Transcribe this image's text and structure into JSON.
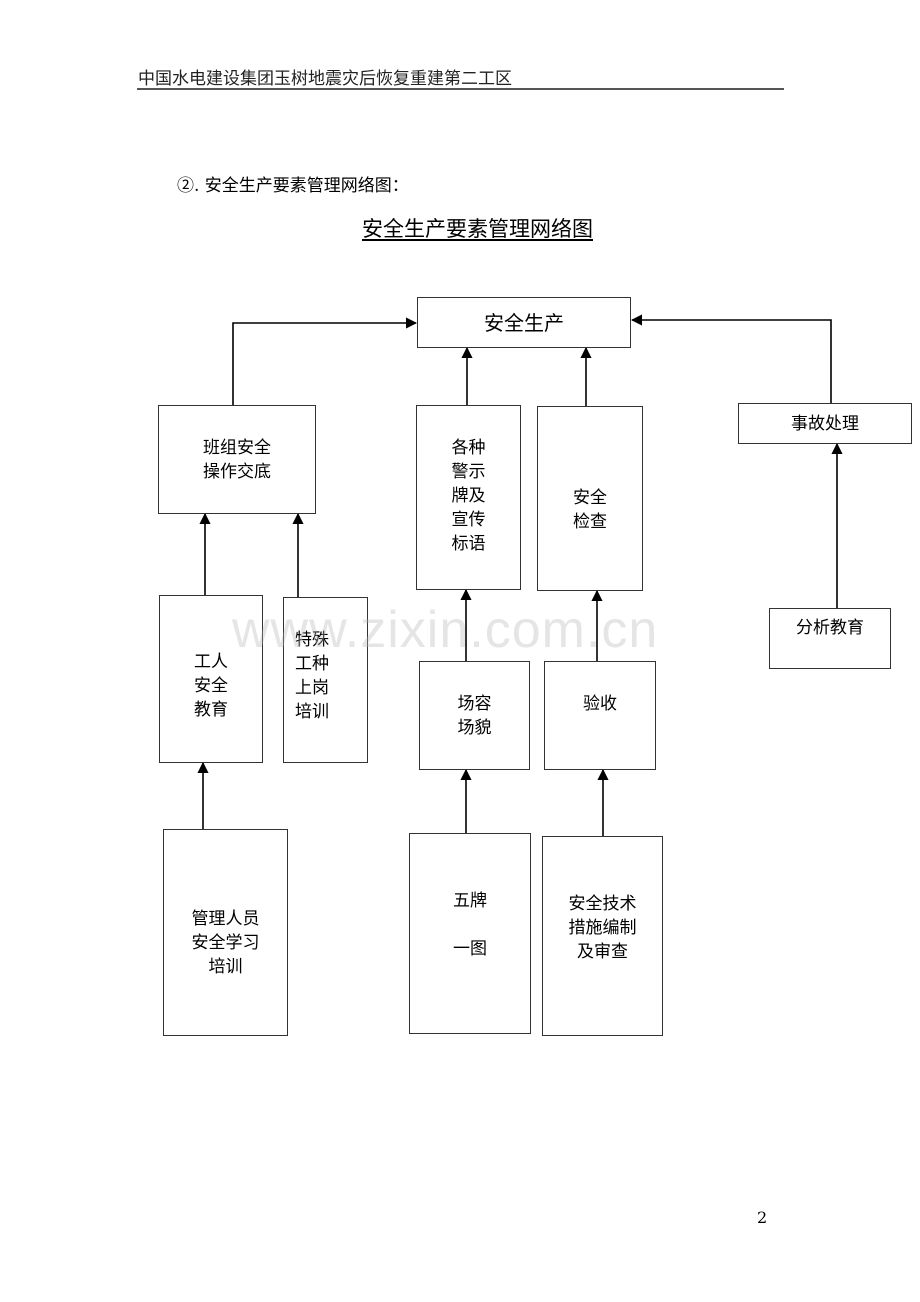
{
  "header": {
    "running_title": "中国水电建设集团玉树地震灾后恢复重建第二工区"
  },
  "section": {
    "label": "②. 安全生产要素管理网络图："
  },
  "diagram": {
    "title": "安全生产要素管理网络图",
    "nodes": {
      "safety_production": "安全生产",
      "team_safety_briefing": "班组安全\n操作交底",
      "warning_signs": "各种\n警示\n牌及\n宣传\n标语",
      "safety_inspection": "安全\n检查",
      "accident_handling": "事故处理",
      "worker_safety_education": "工人\n安全\n教育",
      "special_trade_training": "特殊\n工种\n上岗\n培训",
      "site_appearance": "场容\n场貌",
      "acceptance": "验收",
      "analysis_education": "分析教育",
      "manager_safety_training": "管理人员\n安全学习\n培训",
      "five_boards_one_map": "五牌\n\n一图",
      "safety_tech_measures": "安全技术\n措施编制\n及审查"
    },
    "edges": [
      {
        "from": "team_safety_briefing",
        "to": "safety_production"
      },
      {
        "from": "warning_signs",
        "to": "safety_production"
      },
      {
        "from": "safety_inspection",
        "to": "safety_production"
      },
      {
        "from": "accident_handling",
        "to": "safety_production"
      },
      {
        "from": "worker_safety_education",
        "to": "team_safety_briefing"
      },
      {
        "from": "special_trade_training",
        "to": "team_safety_briefing"
      },
      {
        "from": "site_appearance",
        "to": "warning_signs"
      },
      {
        "from": "acceptance",
        "to": "safety_inspection"
      },
      {
        "from": "analysis_education",
        "to": "accident_handling"
      },
      {
        "from": "manager_safety_training",
        "to": "worker_safety_education"
      },
      {
        "from": "five_boards_one_map",
        "to": "site_appearance"
      },
      {
        "from": "safety_tech_measures",
        "to": "acceptance"
      }
    ]
  },
  "watermark": "www.zixin.com.cn",
  "footer": {
    "page_number": "2"
  }
}
